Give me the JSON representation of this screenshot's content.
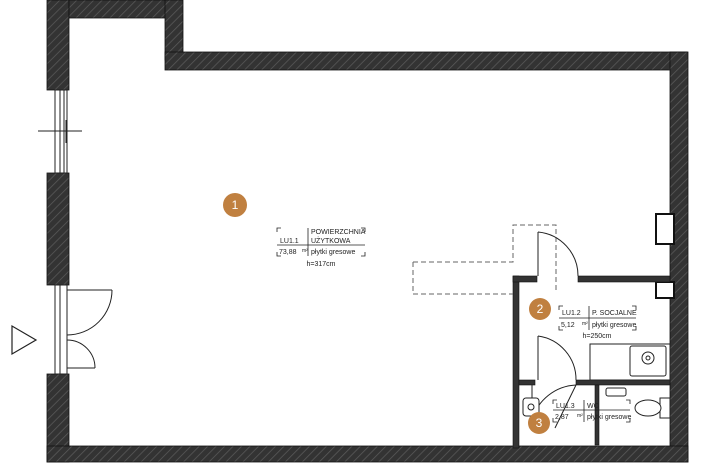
{
  "colors": {
    "wall_fill": "#333333",
    "wall_hatch": "#555555",
    "marker": "#c08040",
    "line": "#222222",
    "dashed": "#666666",
    "background": "#ffffff"
  },
  "rooms": [
    {
      "marker": "1",
      "code": "LU1.1",
      "name_line1": "POWIERZCHNIA",
      "name_line2": "UŻYTKOWA",
      "area": "73,88",
      "unit": "m²",
      "finish": "płytki gresowe",
      "height": "h=317cm"
    },
    {
      "marker": "2",
      "code": "LU1.2",
      "name_line1": "P. SOCJALNE",
      "area": "5,12",
      "unit": "m²",
      "finish": "płytki gresowe",
      "height": "h=250cm"
    },
    {
      "marker": "3",
      "code": "LU1.3",
      "name_line1": "WC",
      "area": "2,87",
      "unit": "m²",
      "finish": "płytki gresowe"
    }
  ],
  "entrance_icon": "entrance-triangle-icon",
  "fixtures": [
    "sink-icon",
    "toilet-icon",
    "washbasin-icon",
    "kitchen-counter-icon"
  ]
}
